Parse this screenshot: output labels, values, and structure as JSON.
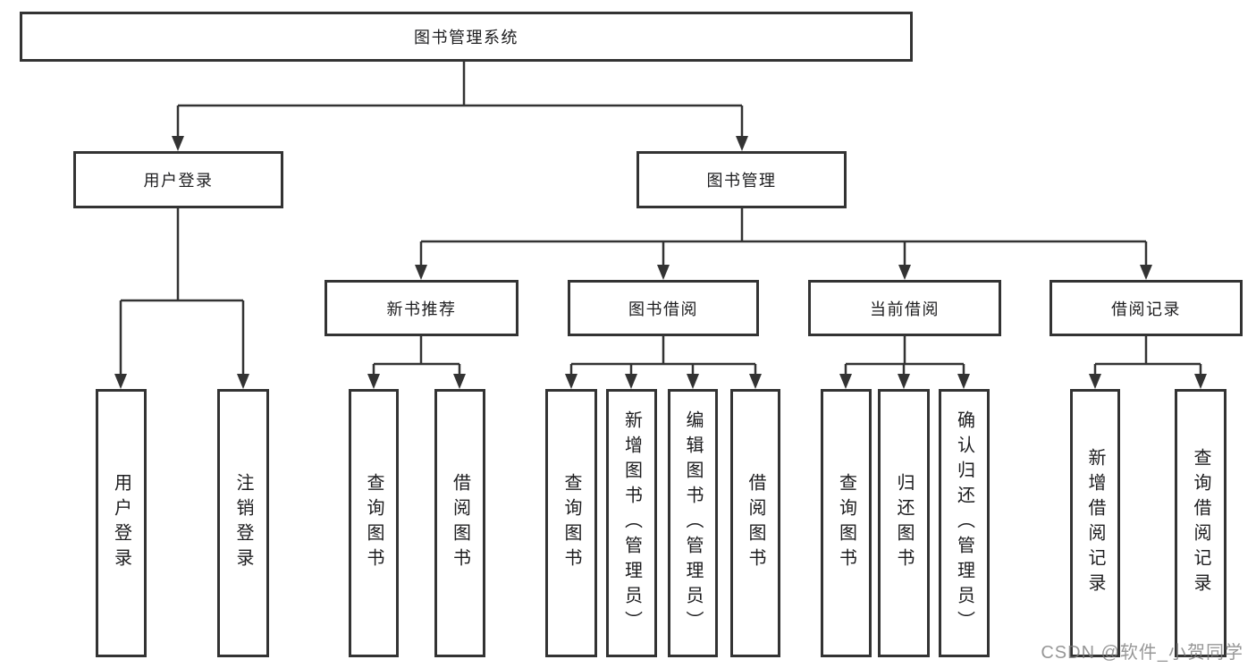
{
  "diagram": {
    "root": {
      "label": "图书管理系统"
    },
    "level2": [
      {
        "label": "用户登录",
        "children": [
          {
            "label": "用户登录"
          },
          {
            "label": "注销登录"
          }
        ]
      },
      {
        "label": "图书管理",
        "children": [
          {
            "label": "新书推荐",
            "children": [
              {
                "label": "查询图书"
              },
              {
                "label": "借阅图书"
              }
            ]
          },
          {
            "label": "图书借阅",
            "children": [
              {
                "label": "查询图书"
              },
              {
                "label": "新增图书（管理员）"
              },
              {
                "label": "编辑图书（管理员）"
              },
              {
                "label": "借阅图书"
              }
            ]
          },
          {
            "label": "当前借阅",
            "children": [
              {
                "label": "查询图书"
              },
              {
                "label": "归还图书"
              },
              {
                "label": "确认归还（管理员）"
              }
            ]
          },
          {
            "label": "借阅记录",
            "children": [
              {
                "label": "新增借阅记录"
              },
              {
                "label": "查询借阅记录"
              }
            ]
          }
        ]
      }
    ],
    "watermark": "CSDN @软件_小贺同学",
    "colors": {
      "line": "#333333",
      "node_border": "#333333",
      "text": "#1d1d1f",
      "background": "#ffffff",
      "watermark_text": "#7d7d7d"
    }
  }
}
